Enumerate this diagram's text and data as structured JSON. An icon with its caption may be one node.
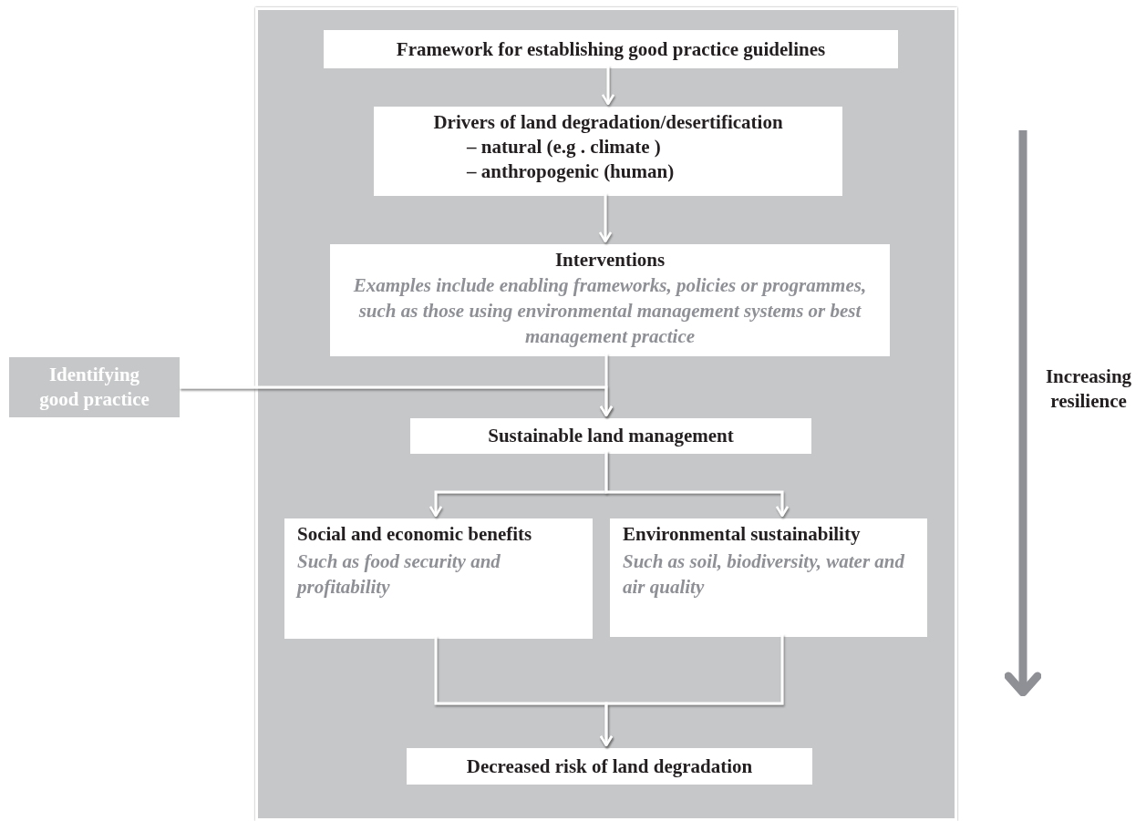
{
  "diagram": {
    "nodes": [
      {
        "text": [],
        "shape": "box"
      },
      {
        "text": [
          "Framework for establishing good practice guidelines"
        ],
        "in": 0
      },
      {
        "text": [
          "Drivers of land degradation/desertification",
          "– natural (e.g . climate )",
          "– anthropogenic (human)"
        ],
        "in": 0
      },
      {
        "text": [
          "Interventions",
          "Examples include enabling frameworks, policies or programmes, such as those using environmental management systems or best management practice"
        ],
        "in": 0
      },
      {
        "text": [
          "Identifying good practice"
        ]
      },
      {
        "text": [
          "Sustainable land management"
        ],
        "in": 0
      },
      {
        "text": [
          "Social and economic benefits",
          "Such as food security and profitability"
        ],
        "in": 0
      },
      {
        "text": [
          "Environmental sustainability",
          "Such as soil, biodiversity, water and air quality"
        ],
        "in": 0
      },
      {
        "text": [
          "Decreased risk of land degradation"
        ],
        "in": 0
      }
    ],
    "edges": [
      {
        "from": 1,
        "to": 2,
        "arrow": "to"
      },
      {
        "from": 2,
        "to": 3,
        "arrow": "to"
      },
      {
        "from": 3,
        "to": 5,
        "arrow": "to"
      },
      {
        "from": 4,
        "to": 5,
        "arrow": "to"
      },
      {
        "from": 5,
        "to": 6,
        "arrow": "to"
      },
      {
        "from": 5,
        "to": 7,
        "arrow": "to"
      },
      {
        "from": 6,
        "to": 8,
        "arrow": "to"
      },
      {
        "from": 7,
        "to": 8,
        "arrow": "to"
      }
    ],
    "labels": [
      "Increasing resilience"
    ]
  }
}
